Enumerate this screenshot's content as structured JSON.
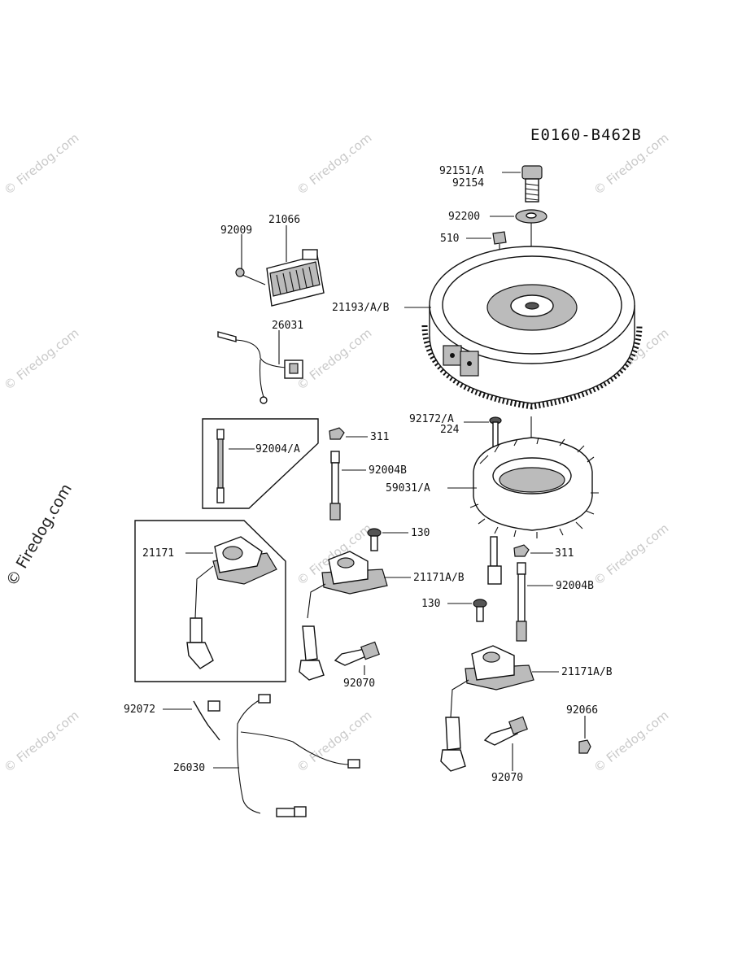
{
  "diagram_code": "E0160-B462B",
  "side_watermark": "© Firedog.com",
  "bg_watermark": "© Firedog.com",
  "labels": {
    "l92151": "92151/A",
    "l92154": "92154",
    "l92200": "92200",
    "l510": "510",
    "l92009": "92009",
    "l21066": "21066",
    "l21193": "21193/A/B",
    "l26031": "26031",
    "l92172": "92172/A",
    "l224": "224",
    "l92004a": "92004/A",
    "l311a": "311",
    "l92004b1": "92004B",
    "l59031": "59031/A",
    "l130a": "130",
    "l21171": "21171",
    "l21171ab1": "21171A/B",
    "l311b": "311",
    "l92004b2": "92004B",
    "l130b": "130",
    "l92070a": "92070",
    "l21171ab2": "21171A/B",
    "l92072": "92072",
    "l92066": "92066",
    "l26030": "26030",
    "l92070b": "92070"
  }
}
